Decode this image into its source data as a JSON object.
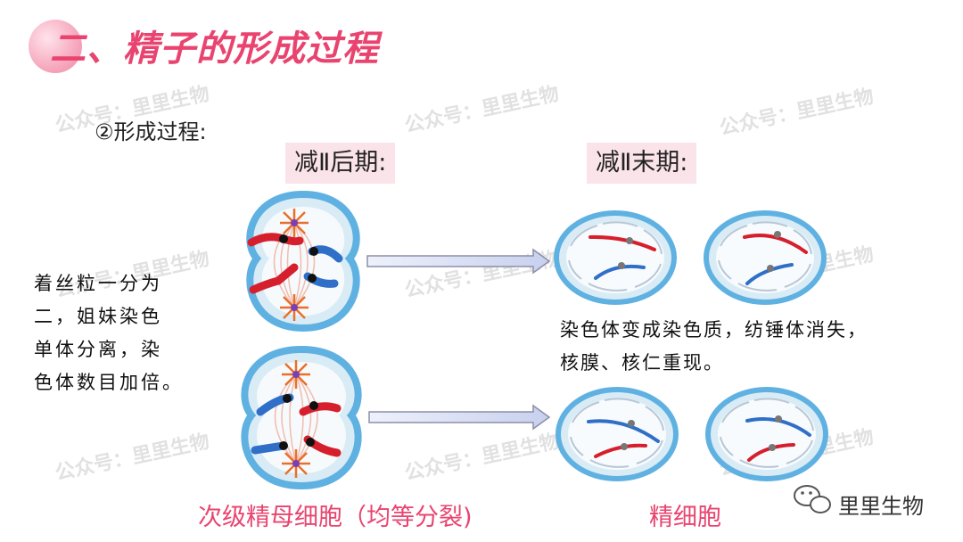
{
  "title": "二、精子的形成过程",
  "subtitle": "②形成过程:",
  "phase_left": "减Ⅱ后期:",
  "phase_right": "减Ⅱ末期:",
  "left_description": [
    "着丝粒一分为",
    "二，姐妹染色",
    "单体分离，染",
    "色体数目加倍。"
  ],
  "right_description": [
    "染色体变成染色质，纺锤体消失，",
    "核膜、核仁重现。"
  ],
  "caption_left": "次级精母细胞（均等分裂)",
  "caption_right": "精细胞",
  "watermark_text": "公众号：里里生物",
  "wechat_label": "里里生物",
  "wechat_icon": "wechat-icon",
  "colors": {
    "title_pink": "#e9446f",
    "label_bg": "#fbe3ea",
    "cell_blue": "#5fb1e2",
    "cell_fill": "#d9ecf6",
    "chromosome_red": "#d61f2c",
    "chromosome_blue": "#2f6fc8"
  }
}
